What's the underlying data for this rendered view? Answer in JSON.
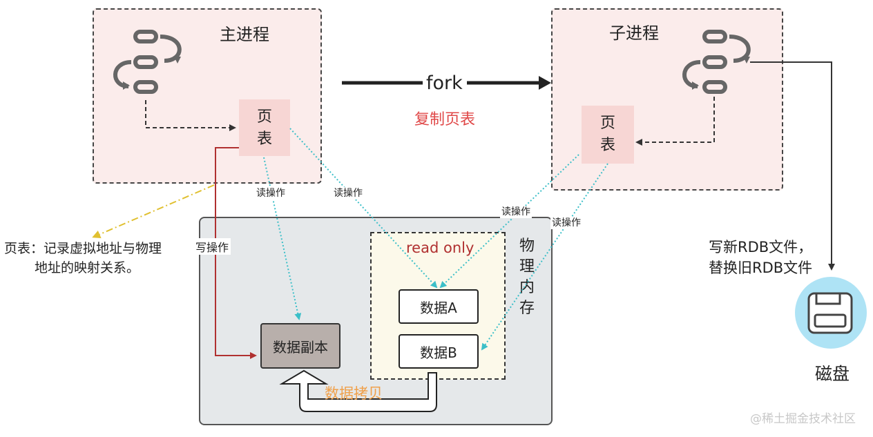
{
  "parent": {
    "title": "主进程",
    "page_table": "页\n表"
  },
  "child": {
    "title": "子进程",
    "page_table": "页\n表"
  },
  "fork": {
    "label": "fork",
    "sublabel": "复制页表"
  },
  "memory": {
    "label": "物\n理\n内\n存",
    "read_only_label": "read only",
    "data_a": "数据A",
    "data_b": "数据B",
    "data_copy": "数据副本",
    "copy_label": "数据拷贝"
  },
  "ops": {
    "read1": "读操作",
    "read2": "读操作",
    "read3": "读操作",
    "read4": "读操作",
    "write": "写操作"
  },
  "note": {
    "line1": "页表：记录虚拟地址与物理",
    "line2": "地址的映射关系。"
  },
  "rdb": {
    "line1": "写新RDB文件，",
    "line2": "替换旧RDB文件"
  },
  "disk": {
    "label": "磁盘"
  },
  "watermark": "@稀土掘金技术社区",
  "colors": {
    "accent_red": "#e04848",
    "copy_orange": "#f0a04a",
    "read_cyan": "#3bbfc8",
    "write_red": "#b03030",
    "note_yellow": "#e0c030",
    "disk_blue": "#aee3f5"
  }
}
